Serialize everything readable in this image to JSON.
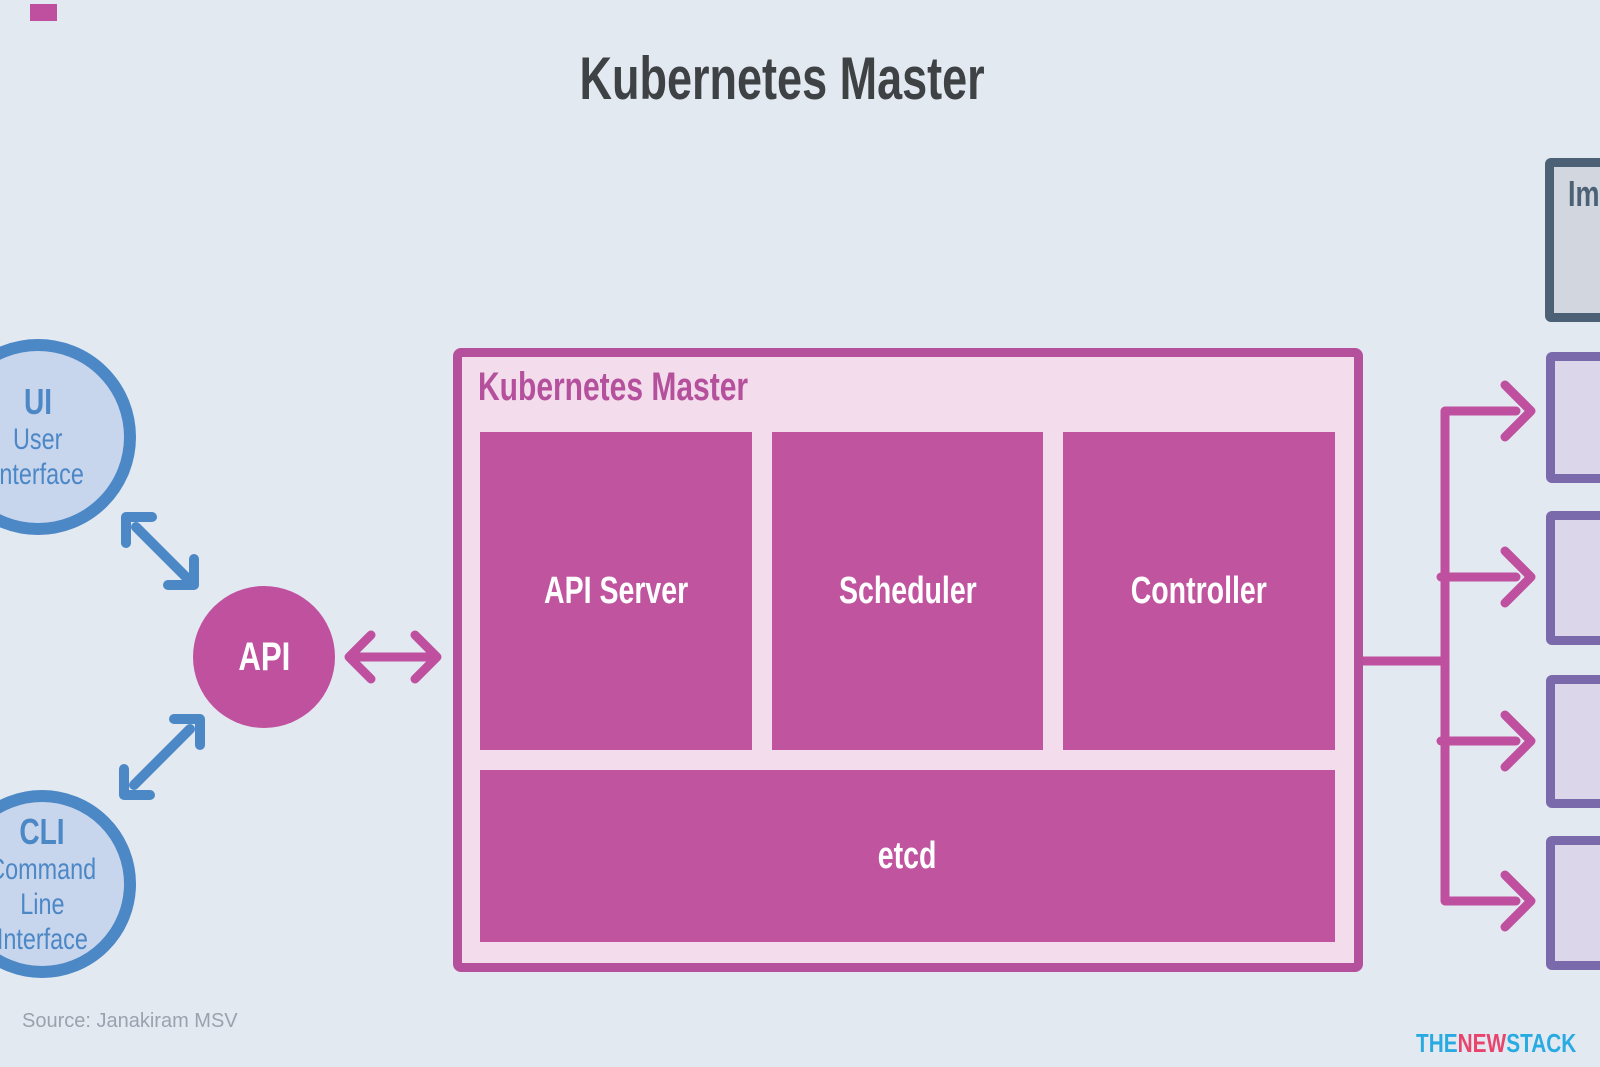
{
  "title": "Kubernetes Master",
  "actors": {
    "ui": {
      "abbr": "UI",
      "name_lines": [
        "User",
        "Interface"
      ]
    },
    "cli": {
      "abbr": "CLI",
      "name_lines": [
        "Command",
        "Line",
        "Interface"
      ]
    },
    "api": {
      "label": "API"
    }
  },
  "master_box": {
    "label": "Kubernetes Master",
    "components": [
      "API Server",
      "Scheduler",
      "Controller"
    ],
    "datastore": "etcd"
  },
  "registry_box": {
    "label": "Im"
  },
  "footer": {
    "source": "Source: Janakiram MSV",
    "logo": {
      "the": "THE",
      "new": "NEW",
      "stack": "STACK"
    }
  },
  "colors": {
    "background": "#e3e9f1",
    "magenta": "#c0519f",
    "master_border": "#b5509d",
    "master_fill": "#f3dcec",
    "blue": "#4c87c6",
    "blue_fill": "#c8d6ed",
    "purple_border": "#7a6aab",
    "purple_fill": "#dbd6e9",
    "slate_border": "#4d6176",
    "slate_fill": "#d2d6de",
    "title_text": "#3f4245",
    "logo_cyan": "#29abe2",
    "logo_pink": "#e8446d"
  }
}
